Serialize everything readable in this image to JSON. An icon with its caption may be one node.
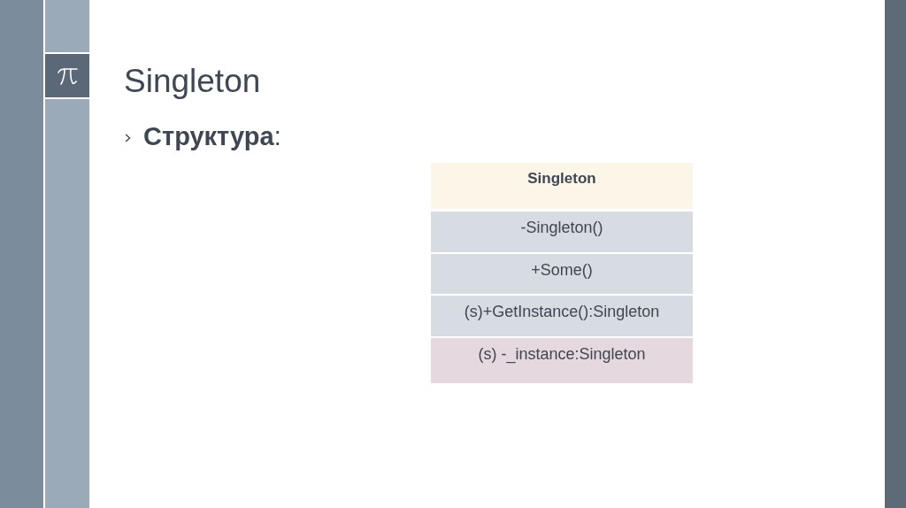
{
  "diagram": {
    "title": "Singleton",
    "nodes": [
      {
        "text": [
          "Singleton"
        ]
      },
      {
        "text": [
          "-Singleton()"
        ]
      },
      {
        "text": [
          "+Some()"
        ]
      },
      {
        "text": [
          "(s)+GetInstance():Singleton"
        ]
      },
      {
        "text": [
          "(s) -_instance:Singleton"
        ]
      }
    ],
    "edges": [],
    "labels": [
      "**Структура**:"
    ]
  }
}
